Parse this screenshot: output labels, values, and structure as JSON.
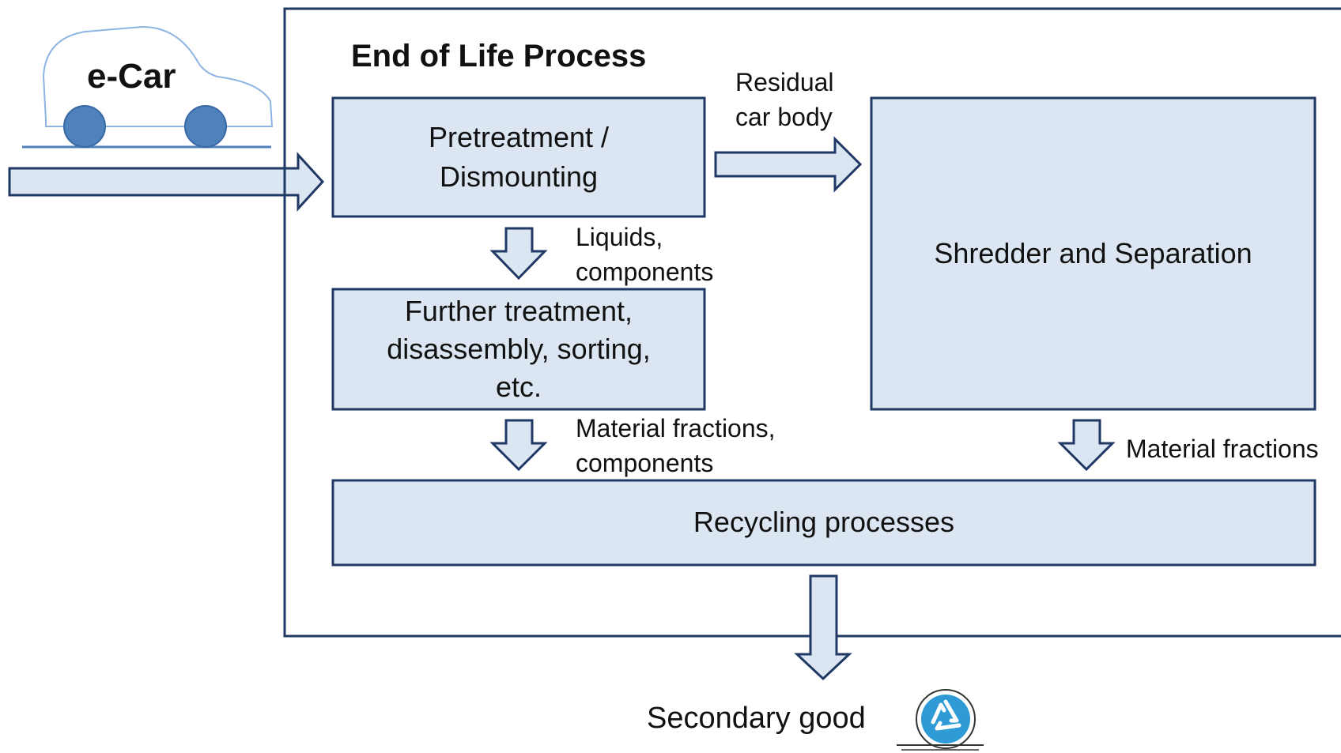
{
  "colors": {
    "box_fill": "#dce6f2",
    "box_stroke": "#1f3864",
    "wheel_fill": "#4f81bd",
    "car_outline": "#8eb4e3",
    "recycle_icon": "#2e9bd6"
  },
  "car": {
    "label": "e-Car"
  },
  "frame": {
    "title": "End of Life Process"
  },
  "boxes": {
    "pretreatment": {
      "line1": "Pretreatment /",
      "line2": "Dismounting"
    },
    "further": {
      "line1": "Further treatment,",
      "line2": "disassembly, sorting,",
      "line3": "etc."
    },
    "shredder": {
      "label": "Shredder and Separation"
    },
    "recycling": {
      "label": "Recycling processes"
    }
  },
  "flows": {
    "residual": {
      "line1": "Residual",
      "line2": "car body"
    },
    "liquids": {
      "line1": "Liquids,",
      "line2": "components"
    },
    "fractions_components": {
      "line1": "Material fractions,",
      "line2": "components"
    },
    "fractions": {
      "label": "Material fractions"
    }
  },
  "output": {
    "label": "Secondary good",
    "icon": "recycle-icon"
  }
}
